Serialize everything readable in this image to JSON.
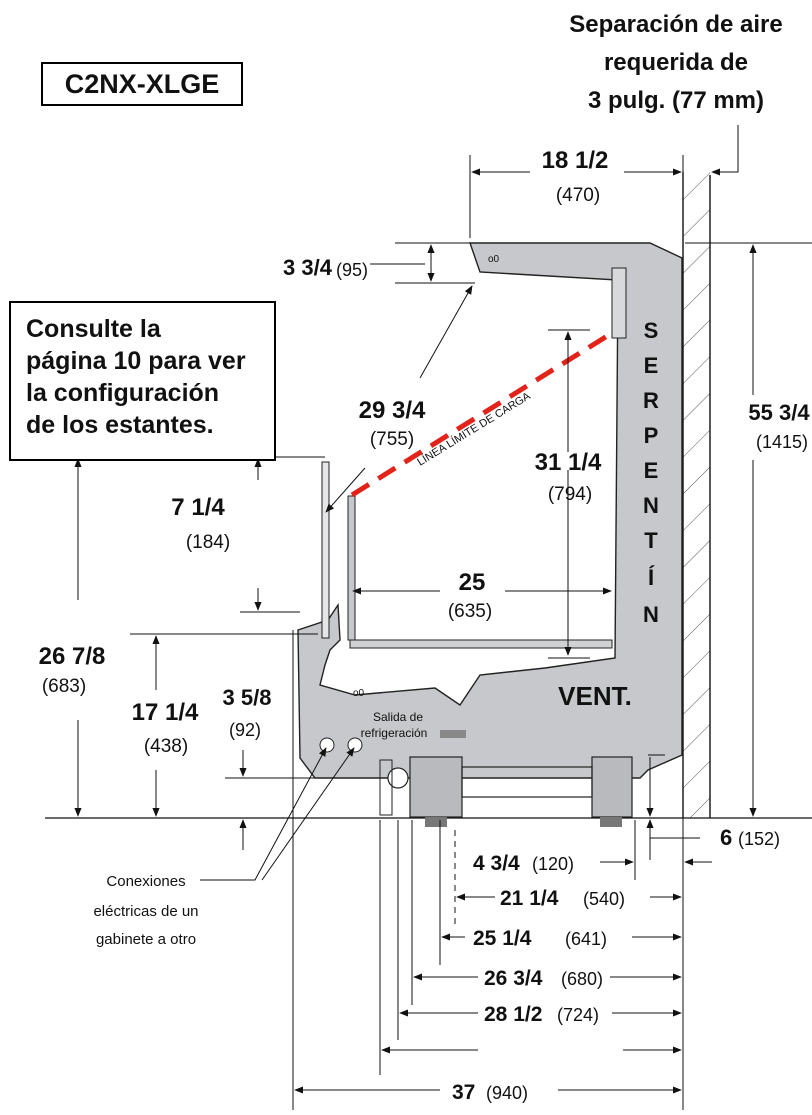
{
  "model": "C2NX-XLGE",
  "air_note": [
    "Separación de aire",
    "requerida de",
    "3 pulg. (77 mm)"
  ],
  "shelf_note": [
    "Consulte la",
    "página 10 para ver",
    "la configuración",
    "de los estantes."
  ],
  "coil_letters": [
    "S",
    "E",
    "R",
    "P",
    "E",
    "N",
    "T",
    "Í",
    "N"
  ],
  "vent": "VENT.",
  "load_line": "LÍNEA LÍMITE DE CARGA",
  "outlet": [
    "Salida de",
    "refrigeración"
  ],
  "electrical": [
    "Conexiones",
    "eléctricas de un",
    "gabinete a otro"
  ],
  "dims": {
    "top_depth": {
      "in": "18 1/2",
      "mm": "(470)"
    },
    "canopy": {
      "in": "3 3/4",
      "mm": "(95)"
    },
    "diag": {
      "in": "29 3/4",
      "mm": "(755)"
    },
    "load_h": {
      "in": "31 1/4",
      "mm": "(794)"
    },
    "height": {
      "in": "55 3/4",
      "mm": "(1415)"
    },
    "front_glass": {
      "in": "7 1/4",
      "mm": "(184)"
    },
    "deck_depth": {
      "in": "25",
      "mm": "(635)"
    },
    "front_h": {
      "in": "26 7/8",
      "mm": "(683)"
    },
    "deck_h": {
      "in": "17 1/4",
      "mm": "(438)"
    },
    "base_h": {
      "in": "3 5/8",
      "mm": "(92)"
    },
    "rear_leg": {
      "in": "6",
      "mm": "(152)"
    },
    "d1": {
      "in": "4 3/4",
      "mm": "(120)"
    },
    "d2": {
      "in": "21 1/4",
      "mm": "(540)"
    },
    "d3": {
      "in": "25 1/4",
      "mm": "(641)"
    },
    "d4": {
      "in": "26 3/4",
      "mm": "(680)"
    },
    "d5": {
      "in": "28 1/2",
      "mm": "(724)"
    },
    "d6": {
      "in": "37",
      "mm": "(940)"
    }
  },
  "colors": {
    "cabinet": "#c7c8cb",
    "load_line": "#e2231a",
    "outline": "#222222"
  }
}
